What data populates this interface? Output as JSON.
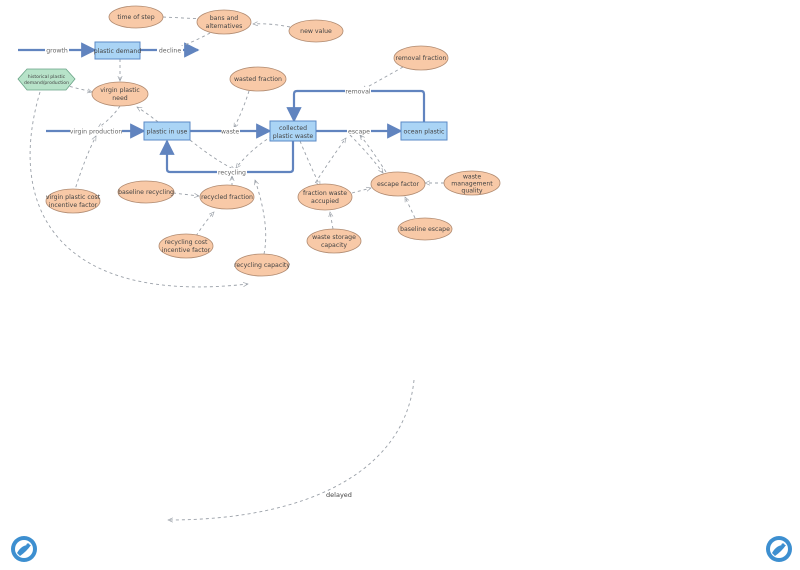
{
  "stocks": {
    "plastic_demand": "plastic demand",
    "plastic_in_use": "plastic in use",
    "collected_waste": [
      "collected",
      "plastic waste"
    ],
    "ocean_plastic": "ocean plastic"
  },
  "flows": {
    "growth": "growth",
    "decline": "decline",
    "virgin_production": "virgin production",
    "waste": "waste",
    "escape": "escape",
    "removal": "removal",
    "recycling": "recycling"
  },
  "variables": {
    "time_of_step": "time of step",
    "bans": [
      "bans and",
      "alternatives"
    ],
    "new_value": "new value",
    "removal_fraction": "removal fraction",
    "virgin_need": [
      "virgin plastic",
      "need"
    ],
    "wasted_fraction": "wasted fraction",
    "virgin_cost": [
      "virgin plastic cost",
      "incentive factor"
    ],
    "baseline_recycling": "baseline recycling",
    "recycled_fraction": "recycled fraction",
    "recycling_cost": [
      "recycling cost",
      "incentive factor"
    ],
    "recycling_capacity": "recycling capacity",
    "fraction_accupied": [
      "fraction waste",
      "accupied"
    ],
    "waste_storage": [
      "waste storage",
      "capacity"
    ],
    "escape_factor": "escape factor",
    "baseline_escape": "baseline escape",
    "waste_mgmt": [
      "waste",
      "management",
      "quality"
    ]
  },
  "converter": [
    "historical plastic",
    "demand/production"
  ],
  "delayed_label": "delayed",
  "colors": {
    "stock_fill": "#aad4f5",
    "variable_fill": "#f8c9a7",
    "converter_fill": "#b7e3c9",
    "flow": "#6184bf",
    "link": "#9aa0a8",
    "logo": "#3d8fd0"
  },
  "logos": [
    "logo-left-icon",
    "logo-right-icon"
  ]
}
